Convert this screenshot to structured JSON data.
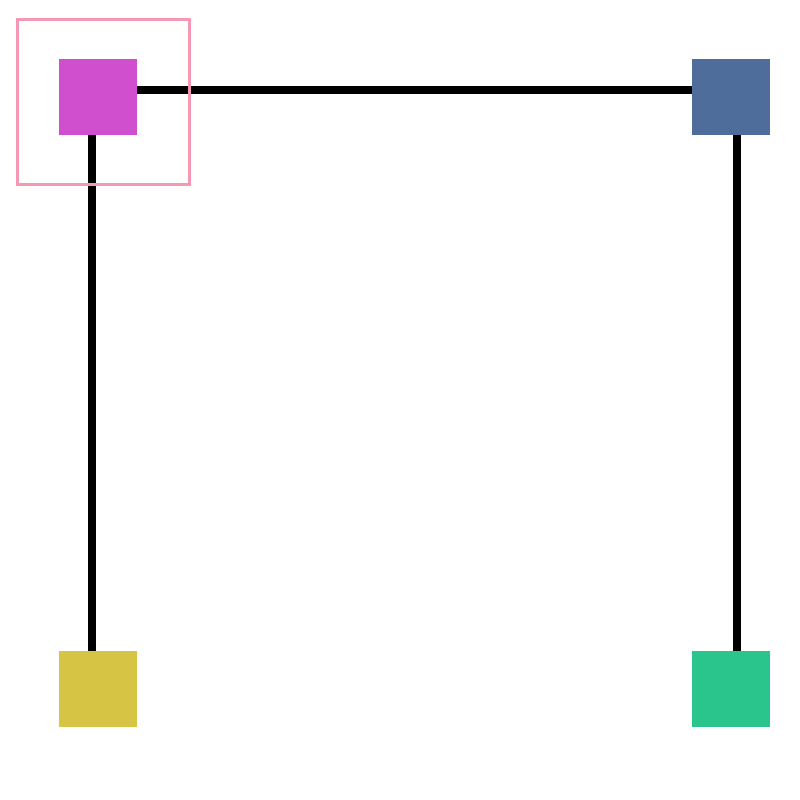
{
  "diagram": {
    "background": "#ffffff",
    "nodes": [
      {
        "id": "magenta",
        "color": "#d04fce"
      },
      {
        "id": "blue",
        "color": "#4e6d9b"
      },
      {
        "id": "yellow",
        "color": "#d6c444"
      },
      {
        "id": "green",
        "color": "#29c58d"
      }
    ],
    "edges": [
      {
        "from": "magenta",
        "to": "blue",
        "color": "#000000"
      },
      {
        "from": "magenta",
        "to": "yellow",
        "color": "#000000"
      },
      {
        "from": "blue",
        "to": "green",
        "color": "#000000"
      }
    ],
    "selection": {
      "target": "magenta",
      "color": "#f498b3"
    }
  }
}
